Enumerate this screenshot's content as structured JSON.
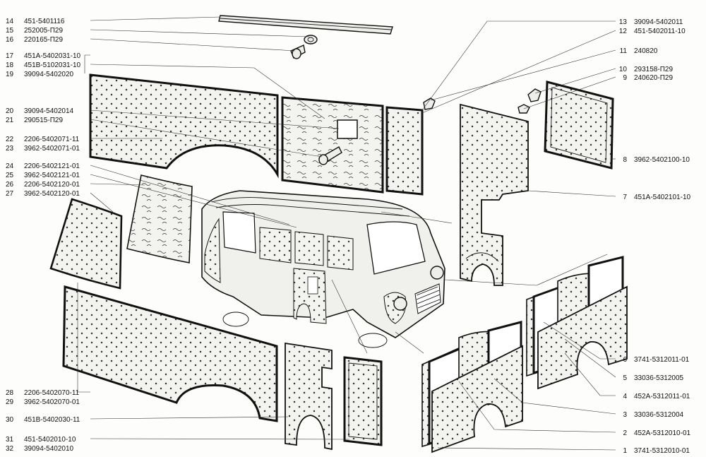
{
  "callouts_left": [
    {
      "num": "14",
      "code": "451-5401116"
    },
    {
      "num": "15",
      "code": "252005-П29"
    },
    {
      "num": "16",
      "code": "220165-П29"
    },
    {
      "num": "17",
      "code": "451А-5402031-10"
    },
    {
      "num": "18",
      "code": "451В-5102031-10"
    },
    {
      "num": "19",
      "code": "39094-5402020"
    },
    {
      "num": "20",
      "code": "39094-5402014"
    },
    {
      "num": "21",
      "code": "290515-П29"
    },
    {
      "num": "22",
      "code": "2206-5402071-11"
    },
    {
      "num": "23",
      "code": "3962-5402071-01"
    },
    {
      "num": "24",
      "code": "2206-5402121-01"
    },
    {
      "num": "25",
      "code": "3962-5402121-01"
    },
    {
      "num": "26",
      "code": "2206-5402120-01"
    },
    {
      "num": "27",
      "code": "3962-5402120-01"
    },
    {
      "num": "28",
      "code": "2206-5402070-11"
    },
    {
      "num": "29",
      "code": "3962-5402070-01"
    },
    {
      "num": "30",
      "code": "451В-5402030-11"
    },
    {
      "num": "31",
      "code": "451-5402010-10"
    },
    {
      "num": "32",
      "code": "39094-5402010"
    }
  ],
  "callouts_right": [
    {
      "num": "13",
      "code": "39094-5402011"
    },
    {
      "num": "12",
      "code": "451-5402011-10"
    },
    {
      "num": "11",
      "code": "240820"
    },
    {
      "num": "10",
      "code": "293158-П29"
    },
    {
      "num": "9",
      "code": "240620-П29"
    },
    {
      "num": "8",
      "code": "3962-5402100-10"
    },
    {
      "num": "7",
      "code": "451А-5402101-10"
    },
    {
      "num": "6",
      "code": "3741-5312011-01"
    },
    {
      "num": "5",
      "code": "33036-5312005"
    },
    {
      "num": "4",
      "code": "452А-5312011-01"
    },
    {
      "num": "3",
      "code": "33036-5312004"
    },
    {
      "num": "2",
      "code": "452А-5312010-01"
    },
    {
      "num": "1",
      "code": "3741-5312010-01"
    }
  ]
}
